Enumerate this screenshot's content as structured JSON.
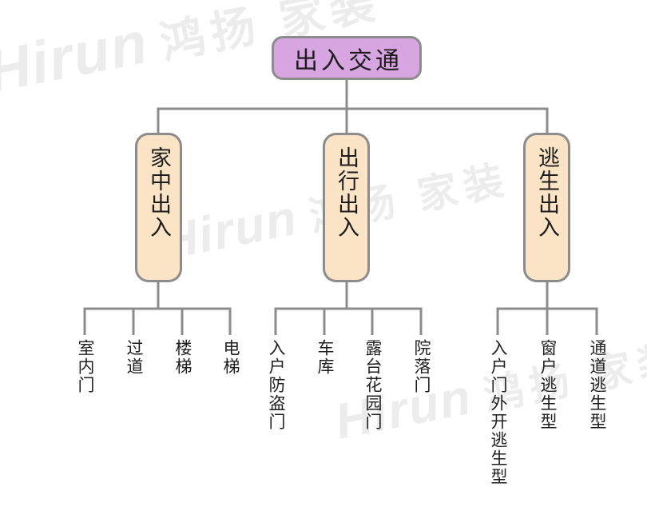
{
  "diagram": {
    "root": {
      "label": "出入交通"
    },
    "branches": [
      {
        "label": "家中出入",
        "children": [
          "室内门",
          "过道",
          "楼梯",
          "电梯"
        ]
      },
      {
        "label": "出行出入",
        "children": [
          "入户防盗门",
          "车库",
          "露台花园门",
          "院落门"
        ]
      },
      {
        "label": "逃生出入",
        "children": [
          "入户门外开逃生型",
          "窗户逃生型",
          "通道逃生型"
        ]
      }
    ]
  },
  "watermark": {
    "latin": "Hirun",
    "cn": "鸿扬 家装"
  },
  "colors": {
    "root_fill": "#d7a5df",
    "branch_fill": "#fbe3c5",
    "node_border": "#8c8c8c",
    "line": "#8c8c8c",
    "text": "#1c1c1c",
    "watermark": "#ececec"
  }
}
